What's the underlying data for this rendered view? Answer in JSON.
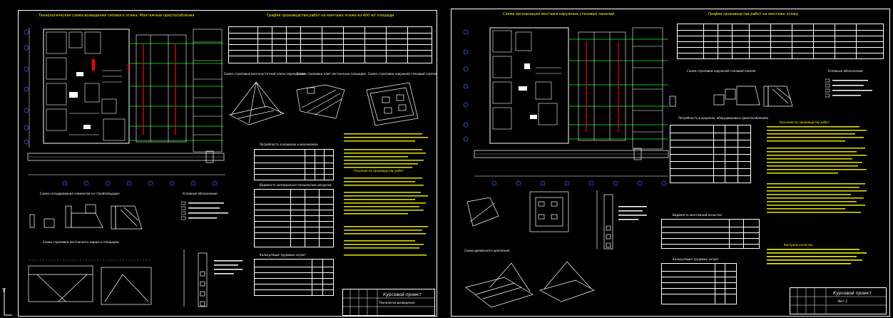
{
  "sheets": [
    {
      "plan_title": "Технологическая схема возведения типового этажа. Монтажные приспособления",
      "table_title": "График производства работ на монтаже этажа из 400 м2 площади",
      "sling_caption": "Схема строповки многопустотной плиты перекрытия",
      "tie_caption": "Схема строповки плит лестничных площадок",
      "panel_caption": "Схема строповки наружной стеновой панели",
      "storage_caption": "Схема складирования элементов на стройплощадке",
      "legend_caption": "Условные обозначения",
      "lower_caption": "Схема строповки лестничного марша и площадки",
      "tech_notes_title": "Указания по производству работ",
      "safety_title": "Техника безопасности",
      "needs_title": "Потребность в машинах и механизмах",
      "materials_title": "Ведомость материально-технических ресурсов",
      "labor_title": "Калькуляция трудовых затрат",
      "stamp_title": "Курсовой проект",
      "stamp_sub": "Технология возведения"
    },
    {
      "plan_title": "Схема организации монтажа наружных стеновых панелей",
      "table_title": "График производства работ на монтаже этажа",
      "sling_caption": "Схема строповки наружной стеновой панели",
      "tie_caption": "Схема временного крепления",
      "legend_caption": "Условные обозначения",
      "needs_title": "Потребность в машинах, оборудовании и приспособлениях",
      "tech_notes_title": "Указания по производству работ",
      "safety_title": "Техника безопасности",
      "materials_title": "Ведомость монтажной оснастки",
      "labor_title": "Калькуляция трудовых затрат",
      "quality_title": "Контроль качества",
      "stamp_title": "Курсовой проект",
      "stamp_sub": "Лист 2"
    }
  ],
  "colors": {
    "background": "#000000",
    "frame": "#ffffff",
    "title_text": "#ffff00",
    "grid_green": "#00ff00",
    "wall_red": "#ff0000",
    "text_blue": "#4060ff",
    "axis_cyan": "#00ffff"
  },
  "ucs_icon": "ucs-axes-icon"
}
